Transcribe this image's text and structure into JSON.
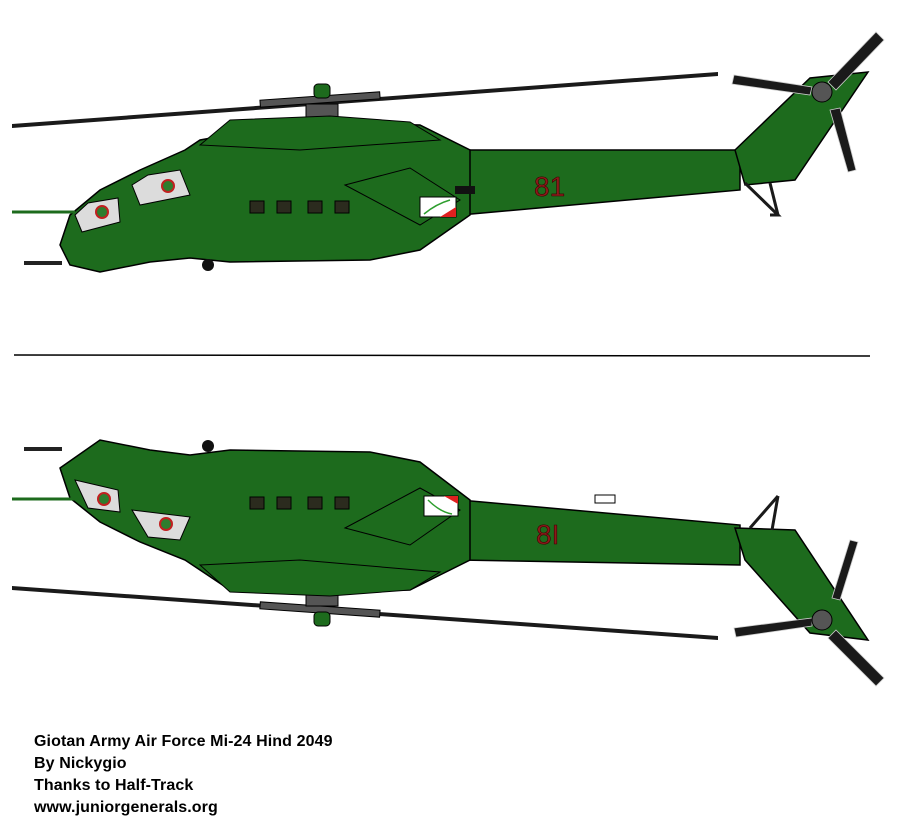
{
  "colors": {
    "body_green": "#1d6b1d",
    "outline": "#000000",
    "rotor_dark": "#1a1a1a",
    "hub_gray": "#555555",
    "canopy_gray": "#dcdcdc",
    "number_red": "#8b1a1a",
    "flag_red": "#e02020",
    "window_dark": "#2b2b1e",
    "background": "#ffffff"
  },
  "illustrations": [
    {
      "view": "left-side",
      "tail_number": "81"
    },
    {
      "view": "right-side",
      "tail_number": "81"
    }
  ],
  "credits": {
    "line1": "Giotan Army Air Force Mi-24 Hind 2049",
    "line2": "By Nickygio",
    "line3": "Thanks to Half-Track",
    "line4": "www.juniorgenerals.org"
  }
}
